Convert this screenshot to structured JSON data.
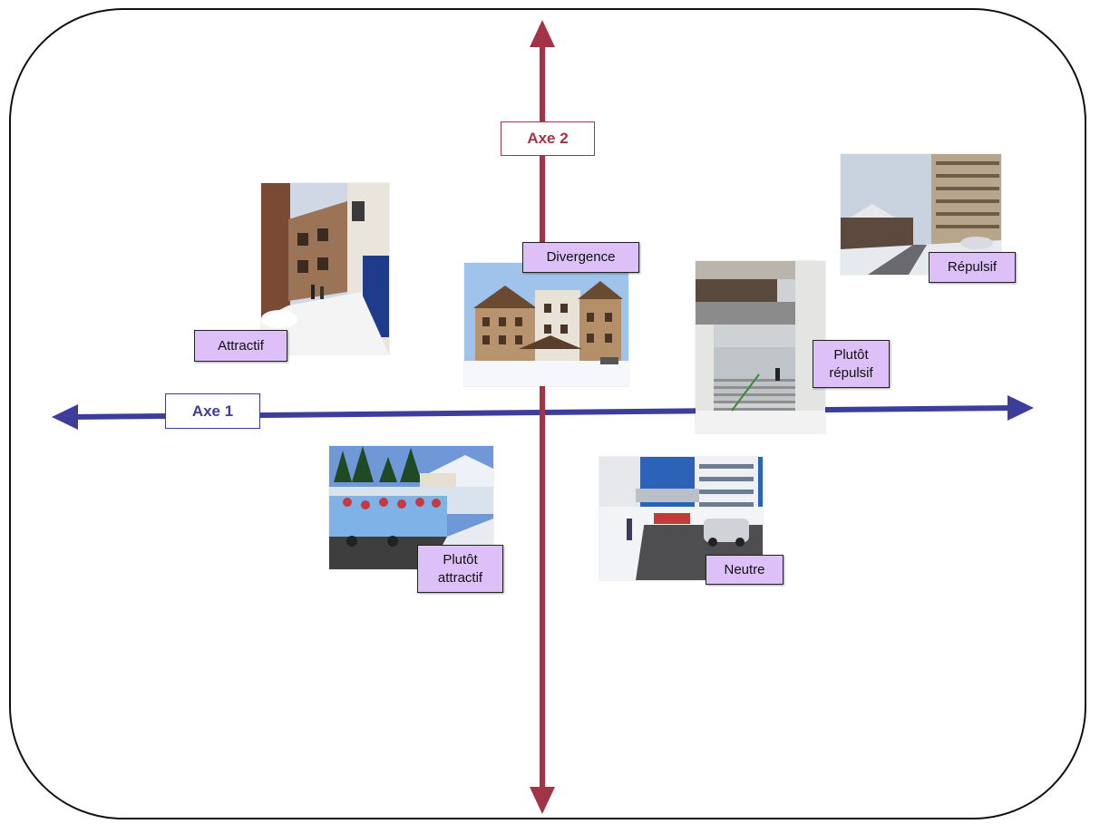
{
  "axes": {
    "axis1": {
      "label": "Axe 1",
      "color": "#3d3d9c"
    },
    "axis2": {
      "label": "Axe 2",
      "color": "#a33347"
    }
  },
  "categories": {
    "attractif": "Attractif",
    "divergence": "Divergence",
    "repulsif": "Répulsif",
    "plutot_repulsif_line1": "Plutôt",
    "plutot_repulsif_line2": "répulsif",
    "plutot_attractif_line1": "Plutôt",
    "plutot_attractif_line2": "attractif",
    "neutre": "Neutre"
  },
  "colors": {
    "tag_fill": "#dcc0f7",
    "frame_border": "#111111"
  },
  "photos": [
    {
      "id": "attractif",
      "subject": "snowy village street with shops"
    },
    {
      "id": "divergence",
      "subject": "chalet-style residence in snow"
    },
    {
      "id": "repulsif",
      "subject": "large apartment block and snowy road"
    },
    {
      "id": "plutot-repulsif",
      "subject": "concrete passage with stairs"
    },
    {
      "id": "plutot-attractif",
      "subject": "tourist road train with skiers"
    },
    {
      "id": "neutre",
      "subject": "modern buildings, parked car, snow"
    }
  ]
}
